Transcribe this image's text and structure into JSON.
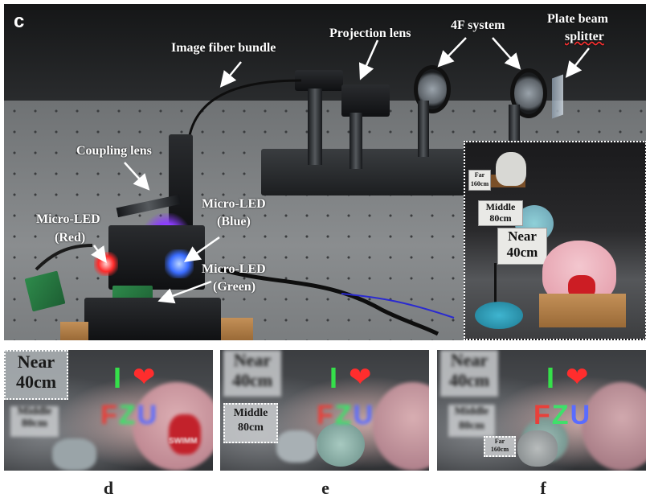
{
  "panel_c": {
    "letter": "c",
    "labels": {
      "image_fiber_bundle": "Image fiber bundle",
      "projection_lens": "Projection lens",
      "four_f_system": "4F system",
      "plate_beam_splitter_1": "Plate beam",
      "plate_beam_splitter_2": "splitter",
      "coupling_lens": "Coupling lens",
      "micro_led_blue_1": "Micro-LED",
      "micro_led_blue_2": "(Blue)",
      "micro_led_red_1": "Micro-LED",
      "micro_led_red_2": "(Red)",
      "micro_led_green_1": "Micro-LED",
      "micro_led_green_2": "(Green)"
    },
    "inset": {
      "far_1": "Far",
      "far_2": "160cm",
      "middle_1": "Middle",
      "middle_2": "80cm",
      "near_1": "Near",
      "near_2": "40cm"
    }
  },
  "panel_d": {
    "near_1": "Near",
    "near_2": "40cm",
    "middle_1": "Middle",
    "middle_2": "80cm",
    "i_text": "I",
    "heart": "❤",
    "fzu_f": "F",
    "fzu_z": "Z",
    "fzu_u": "U",
    "swimm": "SWIMM"
  },
  "panel_e": {
    "near_1": "Near",
    "near_2": "40cm",
    "middle_1": "Middle",
    "middle_2": "80cm",
    "i_text": "I",
    "heart": "❤",
    "fzu_f": "F",
    "fzu_z": "Z",
    "fzu_u": "U"
  },
  "panel_f": {
    "near_1": "Near",
    "near_2": "40cm",
    "middle_1": "Middle",
    "middle_2": "80cm",
    "far_1": "Far",
    "far_2": "160cm",
    "i_text": "I",
    "heart": "❤",
    "fzu_f": "F",
    "fzu_z": "Z",
    "fzu_u": "U"
  },
  "captions": {
    "d": "d",
    "e": "e",
    "f": "f"
  },
  "colors": {
    "text_green": "#35e04a",
    "heart_red": "#ff2d2d",
    "fzu_red": "#e8403a",
    "fzu_green": "#3ee06a",
    "fzu_blue": "#5a6cff"
  }
}
